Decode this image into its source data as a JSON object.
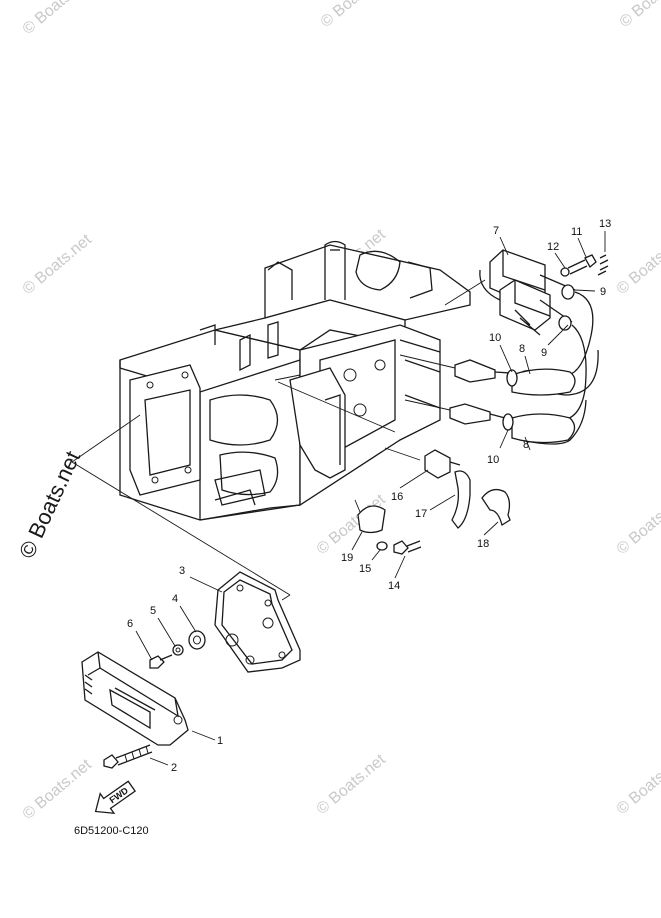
{
  "watermark_text": "© Boats.net",
  "diagram_code": "6D51200-C120",
  "fwd_label": "FWD",
  "callouts": [
    {
      "id": "c1",
      "label": "1"
    },
    {
      "id": "c2",
      "label": "2"
    },
    {
      "id": "c3",
      "label": "3"
    },
    {
      "id": "c4",
      "label": "4"
    },
    {
      "id": "c5",
      "label": "5"
    },
    {
      "id": "c6",
      "label": "6"
    },
    {
      "id": "c7",
      "label": "7"
    },
    {
      "id": "c8a",
      "label": "8"
    },
    {
      "id": "c8b",
      "label": "8"
    },
    {
      "id": "c9a",
      "label": "9"
    },
    {
      "id": "c9b",
      "label": "9"
    },
    {
      "id": "c10a",
      "label": "10"
    },
    {
      "id": "c10b",
      "label": "10"
    },
    {
      "id": "c11",
      "label": "11"
    },
    {
      "id": "c12",
      "label": "12"
    },
    {
      "id": "c13",
      "label": "13"
    },
    {
      "id": "c14",
      "label": "14"
    },
    {
      "id": "c15",
      "label": "15"
    },
    {
      "id": "c16",
      "label": "16"
    },
    {
      "id": "c17",
      "label": "17"
    },
    {
      "id": "c18",
      "label": "18"
    },
    {
      "id": "c19",
      "label": "19"
    }
  ]
}
